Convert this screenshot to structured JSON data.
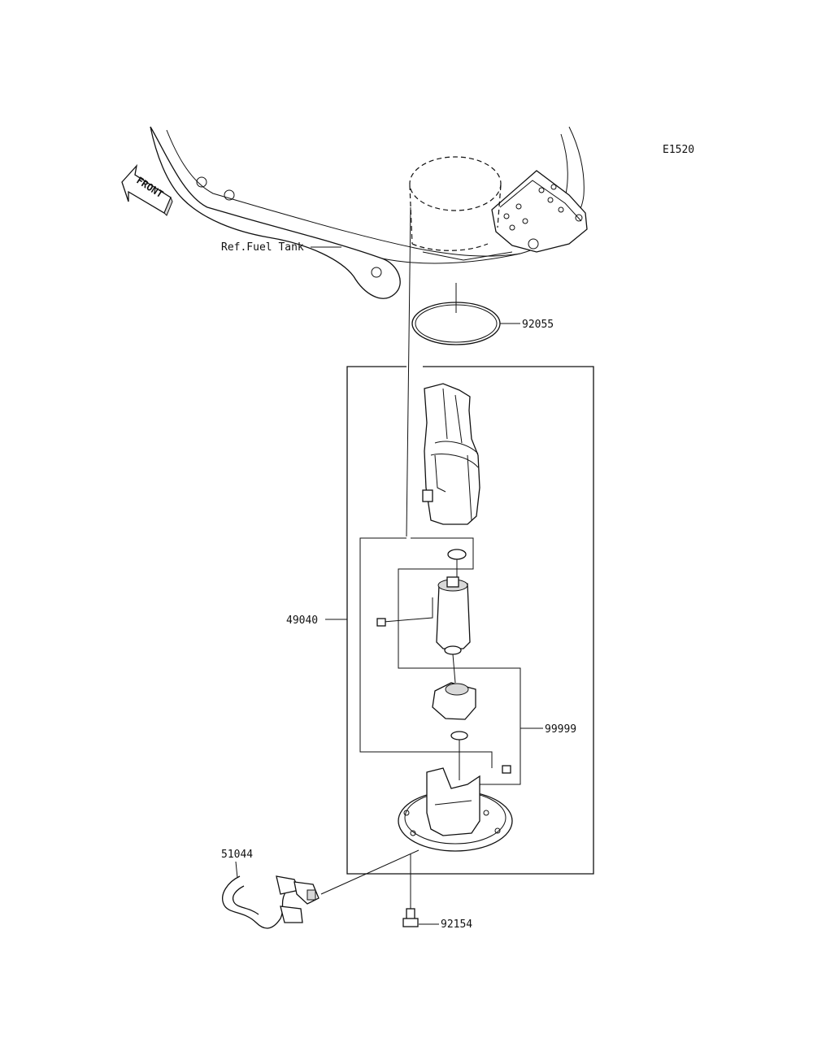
{
  "diagram_code": "E1520",
  "front_label": "FRONT",
  "ref_label": "Ref.Fuel Tank",
  "parts": {
    "gasket": "92055",
    "pump_assembly": "49040",
    "kit": "99999",
    "hose": "51044",
    "bolt": "92154"
  }
}
